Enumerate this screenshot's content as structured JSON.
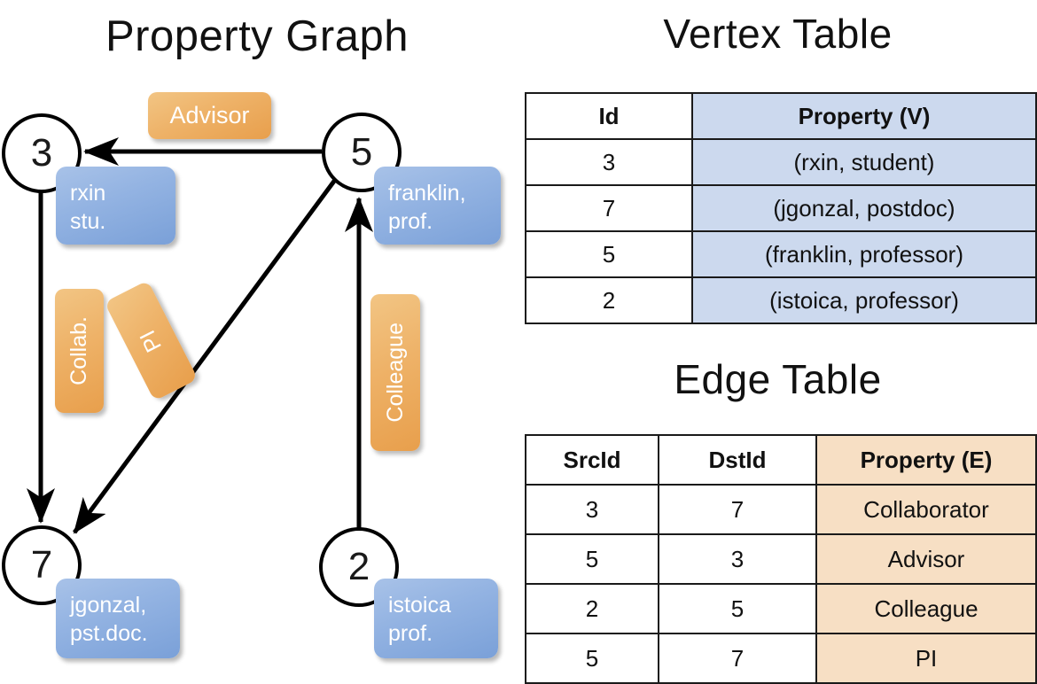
{
  "graph_panel": {
    "title": "Property Graph",
    "vertices": [
      {
        "id": "3",
        "label_line1": "rxin",
        "label_line2": "stu."
      },
      {
        "id": "5",
        "label_line1": "franklin,",
        "label_line2": "prof."
      },
      {
        "id": "7",
        "label_line1": "jgonzal,",
        "label_line2": "pst.doc."
      },
      {
        "id": "2",
        "label_line1": "istoica",
        "label_line2": "prof."
      }
    ],
    "edge_labels": {
      "advisor": "Advisor",
      "collab": "Collab.",
      "pi": "PI",
      "colleague": "Colleague"
    }
  },
  "vertex_table": {
    "title": "Vertex Table",
    "columns": [
      "Id",
      "Property (V)"
    ],
    "rows": [
      {
        "id": "3",
        "property": "(rxin, student)"
      },
      {
        "id": "7",
        "property": "(jgonzal, postdoc)"
      },
      {
        "id": "5",
        "property": "(franklin, professor)"
      },
      {
        "id": "2",
        "property": "(istoica, professor)"
      }
    ]
  },
  "edge_table": {
    "title": "Edge Table",
    "columns": [
      "SrcId",
      "DstId",
      "Property (E)"
    ],
    "rows": [
      {
        "src": "3",
        "dst": "7",
        "property": "Collaborator"
      },
      {
        "src": "5",
        "dst": "3",
        "property": "Advisor"
      },
      {
        "src": "2",
        "dst": "5",
        "property": "Colleague"
      },
      {
        "src": "5",
        "dst": "7",
        "property": "PI"
      }
    ]
  },
  "colors": {
    "vertex_property_fill": "#ccd9ee",
    "edge_property_fill": "#f7dfc4",
    "vertex_box_blue": "#7aa0d8",
    "edge_label_orange": "#e89f4c",
    "stroke": "#000000",
    "background": "#ffffff"
  }
}
